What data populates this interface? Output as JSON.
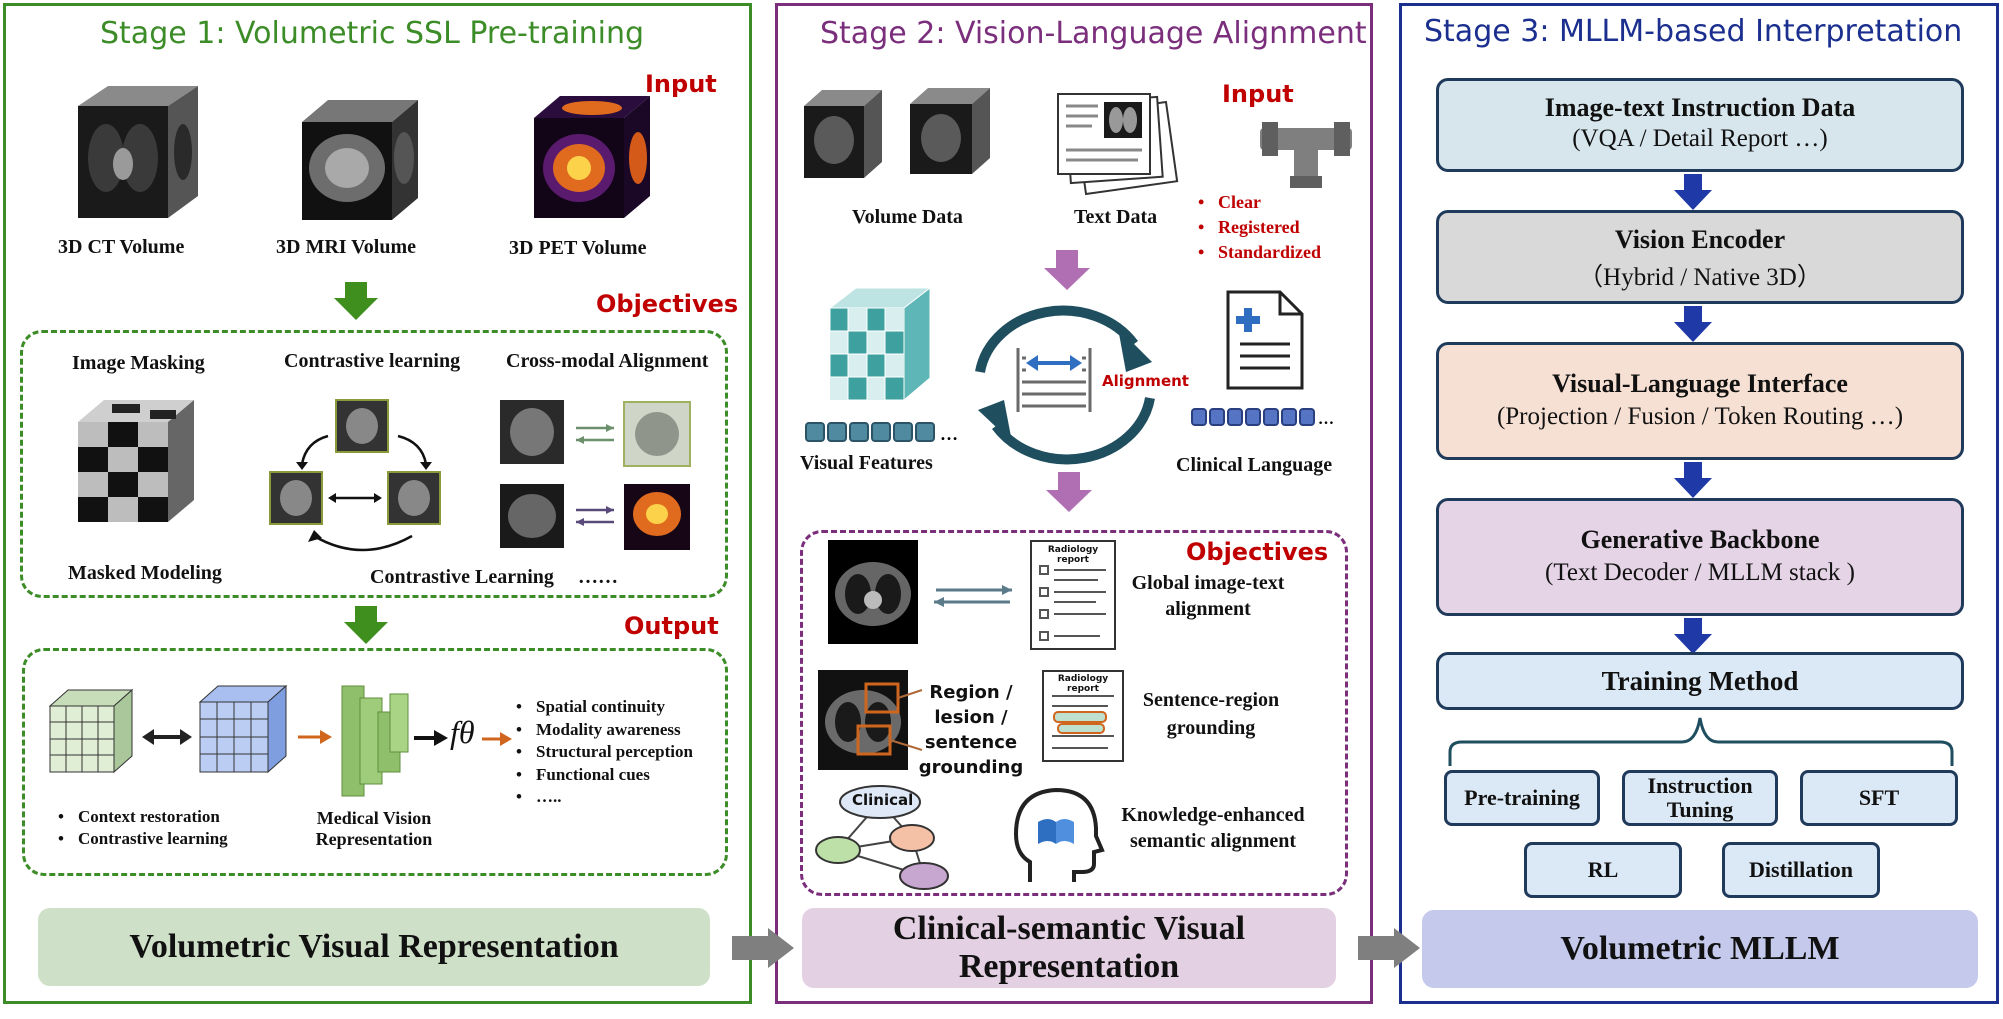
{
  "stage1": {
    "title": "Stage 1: Volumetric SSL Pre-training",
    "input_label": "Input",
    "volumes": [
      "3D CT Volume",
      "3D MRI Volume",
      "3D PET Volume"
    ],
    "objectives_label": "Objectives",
    "objectives": {
      "image_masking": "Image Masking",
      "contrastive_learning": "Contrastive learning",
      "cross_modal": "Cross-modal Alignment",
      "masked_modeling": "Masked Modeling",
      "contrastive_learning_2": "Contrastive Learning",
      "ellipsis": "……"
    },
    "output_label": "Output",
    "output": {
      "left_bullets": [
        "Context restoration",
        "Contrastive  learning"
      ],
      "mvr_label": "Medical Vision Representation",
      "f_theta": "fθ",
      "right_bullets": [
        "Spatial continuity",
        "Modality awareness",
        "Structural perception",
        "Functional cues",
        "….."
      ]
    },
    "banner": "Volumetric Visual Representation"
  },
  "stage2": {
    "title": "Stage 2: Vision-Language Alignment",
    "input_label": "Input",
    "volume_data": "Volume Data",
    "text_data": "Text Data",
    "input_bullets": [
      "Clear",
      "Registered",
      "Standardized"
    ],
    "visual_features": "Visual Features",
    "alignment": "Alignment",
    "clinical_language": "Clinical Language",
    "objectives_label": "Objectives",
    "radiology_report": "Radiology report",
    "global_alignment": "Global image-text alignment",
    "region_grounding_label": "Region / lesion / sentence grounding",
    "sentence_region": "Sentence-region grounding",
    "clinical": "Clinical",
    "knowledge": "Knowledge-enhanced semantic alignment",
    "banner": "Clinical-semantic Visual Representation"
  },
  "stage3": {
    "title": "Stage 3: MLLM-based Interpretation",
    "boxes": [
      {
        "title": "Image-text Instruction Data",
        "sub": "(VQA / Detail Report …)",
        "color": "#d6e6ec"
      },
      {
        "title": "Vision Encoder",
        "sub": "（Hybrid / Native 3D）",
        "color": "#d9d9d9"
      },
      {
        "title": "Visual-Language Interface",
        "sub": "(Projection / Fusion / Token Routing …)",
        "color": "#f5e0d3"
      },
      {
        "title": "Generative Backbone",
        "sub": "(Text Decoder / MLLM stack )",
        "color": "#e5d3e6"
      }
    ],
    "training_method": "Training Method",
    "methods": [
      "Pre-training",
      "Instruction Tuning",
      "SFT",
      "RL",
      "Distillation"
    ],
    "banner": "Volumetric MLLM"
  },
  "colors": {
    "stage1": "#3c8c28",
    "stage2": "#7a2e7c",
    "stage3": "#1b2f8f",
    "down_arrow_green": "#3f8f1f",
    "down_arrow_purple": "#b06fb2",
    "down_arrow_blue": "#1f3aa6"
  }
}
